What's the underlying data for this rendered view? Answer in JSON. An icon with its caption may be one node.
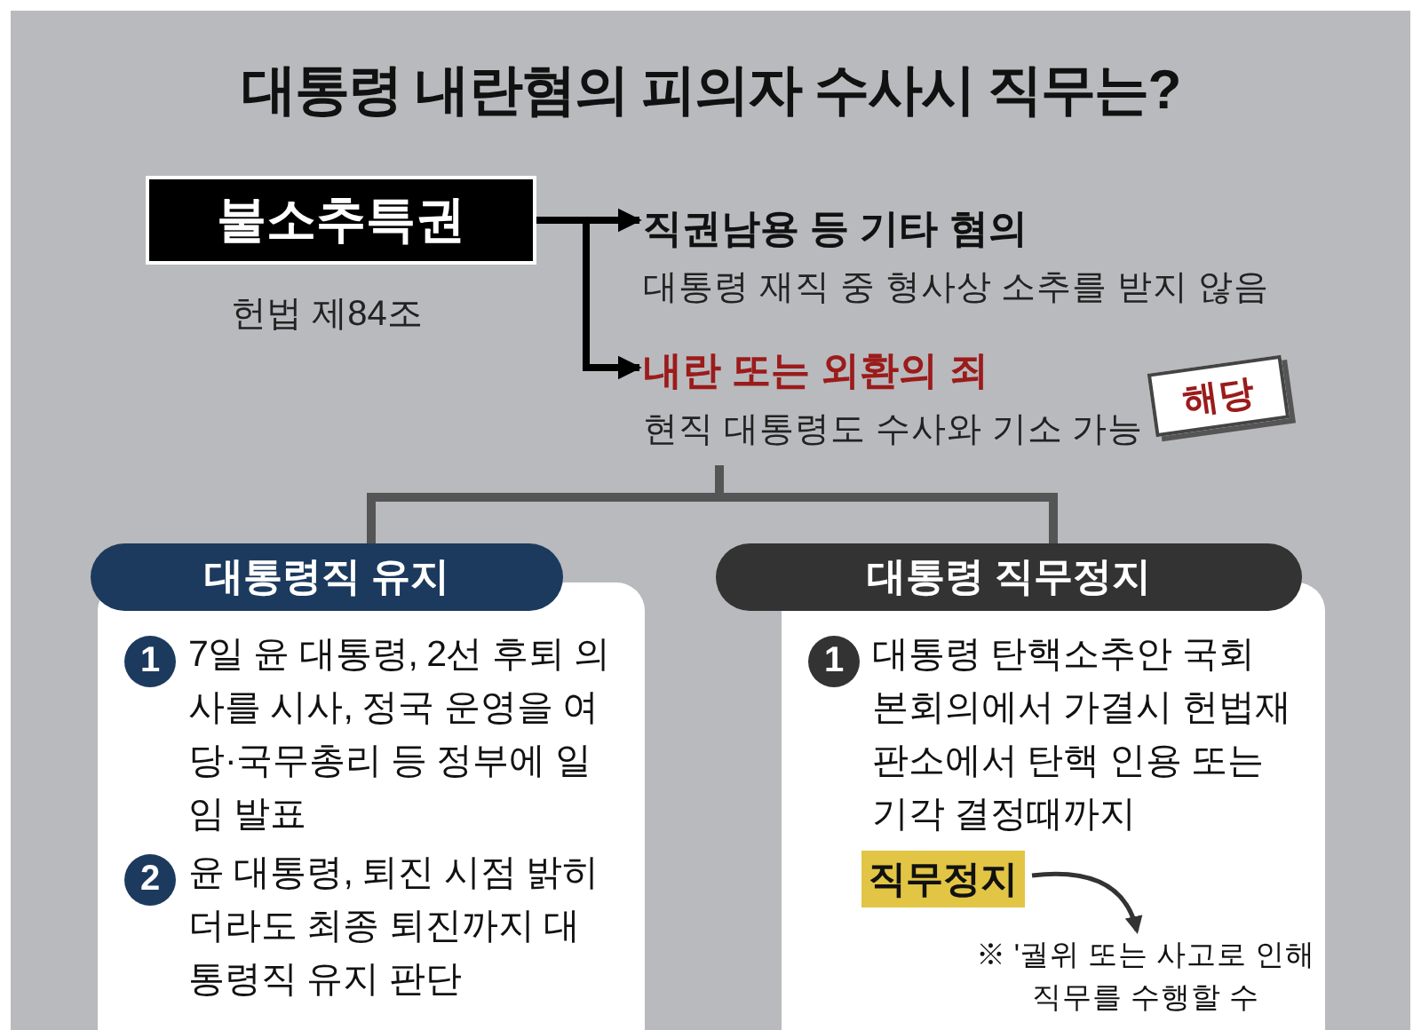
{
  "diagram": {
    "title": "대통령 내란혐의 피의자 수사시 직무는?",
    "nodes": [
      {
        "text": [
          "불소추특권"
        ],
        "beside": [
          "헌법 제84조"
        ]
      },
      {
        "text": [
          "직권남용 등 기타 혐의",
          "대통령 재직 중 형사상 소추를 받지 않음"
        ]
      },
      {
        "text": [
          "내란 또는 외환의 죄",
          "현직 대통령도 수사와 기소 가능"
        ]
      },
      {
        "text": [
          "해당"
        ]
      },
      {
        "text": [
          "대통령직 유지"
        ]
      },
      {
        "text": [
          "1"
        ],
        "beside": [
          "7일 윤 대통령, 2선 후퇴 의사를 시사, 정국 운영을 여당·국무총리 등 정부에 일임 발표"
        ],
        "in": 4
      },
      {
        "text": [
          "2"
        ],
        "beside": [
          "윤 대통령, 퇴진 시점 밝히더라도 최종 퇴진까지 대통령직 유지 판단"
        ],
        "in": 4
      },
      {
        "text": [
          "대통령 직무정지"
        ]
      },
      {
        "text": [
          "1"
        ],
        "beside": [
          "대통령 탄핵소추안 국회 본회의에서 가결시 헌법재판소에서 탄핵 인용 또는 기각 결정때까지"
        ],
        "in": 7
      },
      {
        "text": [
          "직무정지"
        ],
        "in": 7
      },
      {
        "text": [
          "※ '궐위 또는 사고로 인해 직무를 수행할 수"
        ],
        "in": 7
      }
    ],
    "edges": [
      {
        "from": 0,
        "to": 1,
        "arrow": "to"
      },
      {
        "from": 0,
        "to": 2,
        "arrow": "to"
      },
      {
        "from": 2,
        "to": 4,
        "arrow": "none"
      },
      {
        "from": 2,
        "to": 7,
        "arrow": "none"
      },
      {
        "from": 9,
        "to": 10,
        "arrow": "to"
      }
    ]
  }
}
